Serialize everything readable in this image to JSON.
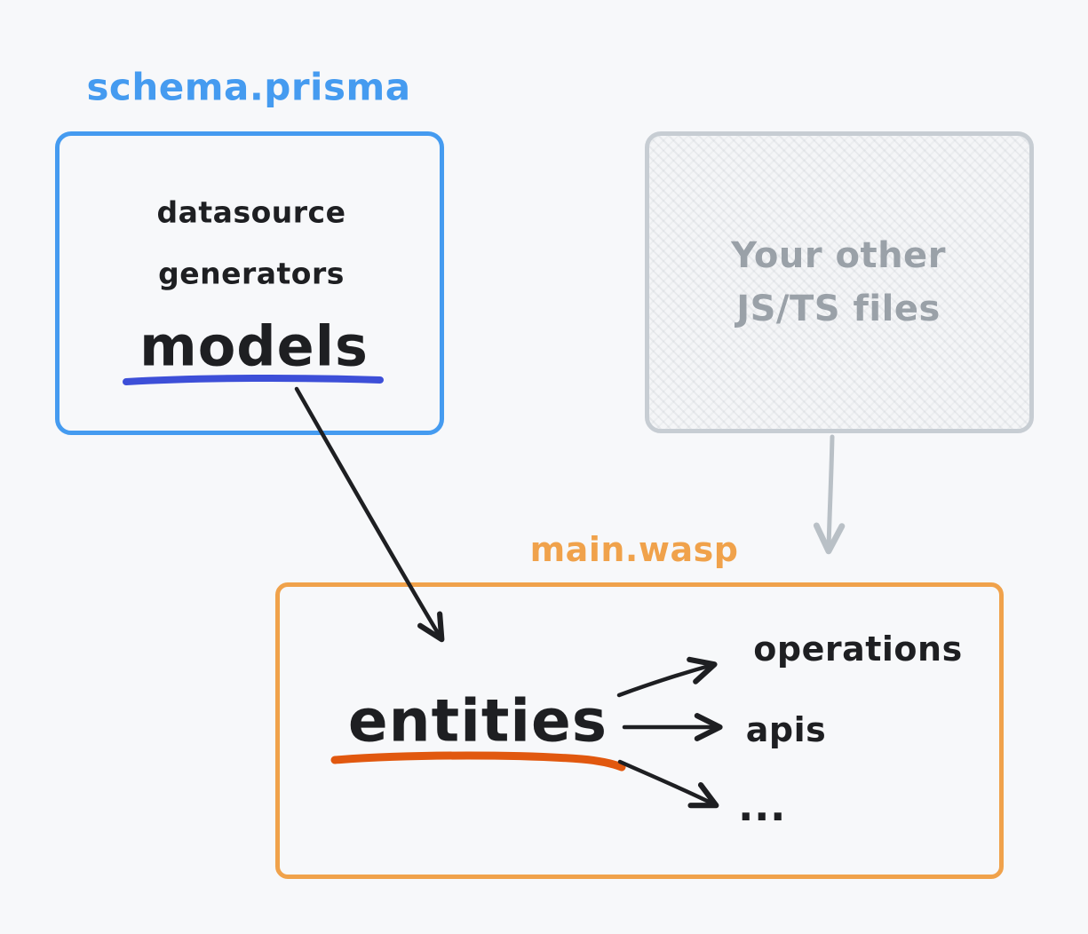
{
  "colors": {
    "background": "#f7f8fa",
    "blue_accent": "#459bf0",
    "orange_accent": "#f0a24b",
    "gray_border": "#c7cdd3",
    "gray_text": "#9aa1a8",
    "gray_arrow": "#b9c0c6",
    "black_text": "#1e1f22",
    "models_underline": "#3d4fd8",
    "entities_underline": "#e1580f"
  },
  "schema_prisma": {
    "title": "schema.prisma",
    "items": [
      "datasource",
      "generators"
    ],
    "highlighted_item": "models"
  },
  "other_files": {
    "line1": "Your other",
    "line2": "JS/TS files"
  },
  "main_wasp": {
    "title": "main.wasp",
    "highlighted_item": "entities",
    "targets": [
      "operations",
      "apis",
      "..."
    ]
  }
}
